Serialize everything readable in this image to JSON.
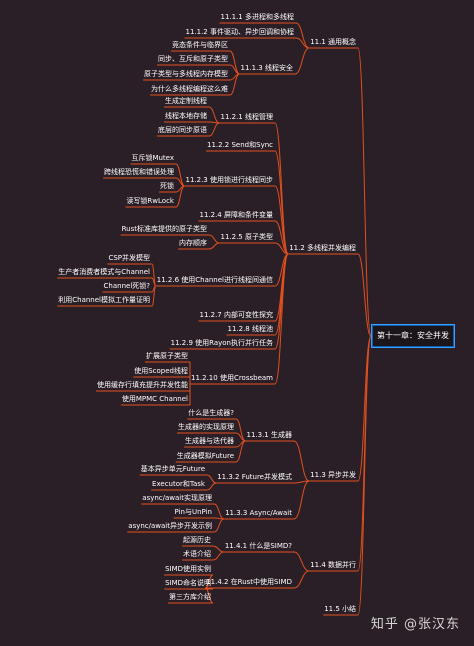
{
  "root": "第十一章：安全并发",
  "nodes": {
    "s11_1": "11.1 通用概念",
    "s11_1_1": "11.1.1 多进程和多线程",
    "s11_1_2": "11.1.2 事件驱动、异步回调和协程",
    "s11_1_3": "11.1.3 线程安全",
    "s11_1_3_a": "竞态条件与临界区",
    "s11_1_3_b": "同步、互斥和原子类型",
    "s11_1_3_c": "原子类型与多线程内存模型",
    "s11_1_3_d": "为什么多线程编程这么难",
    "s11_2": "11.2 多线程并发编程",
    "s11_2_1": "11.2.1 线程管理",
    "s11_2_1_a": "生成定制线程",
    "s11_2_1_b": "线程本地存储",
    "s11_2_1_c": "底层的同步原语",
    "s11_2_2": "11.2.2 Send和Sync",
    "s11_2_3": "11.2.3 使用锁进行线程同步",
    "s11_2_3_a": "互斥锁Mutex",
    "s11_2_3_b": "跨线程恐慌和错误处理",
    "s11_2_3_c": "死锁",
    "s11_2_3_d": "读写锁RwLock",
    "s11_2_4": "11.2.4 屏障和条件变量",
    "s11_2_5": "11.2.5 原子类型",
    "s11_2_5_a": "Rust标准库提供的原子类型",
    "s11_2_5_b": "内存顺序",
    "s11_2_6": "11.2.6 使用Channel进行线程间通信",
    "s11_2_6_a": "CSP并发模型",
    "s11_2_6_b": "生产者消费者模式与Channel",
    "s11_2_6_c": "Channel死锁?",
    "s11_2_6_d": "利用Channel模拟工作量证明",
    "s11_2_7": "11.2.7 内部可变性探究",
    "s11_2_8": "11.2.8 线程池",
    "s11_2_9": "11.2.9 使用Rayon执行并行任务",
    "s11_2_10": "11.2.10 使用Crossbeam",
    "s11_2_10_a": "扩展原子类型",
    "s11_2_10_b": "使用Scoped线程",
    "s11_2_10_c": "使用缓存行填充提升并发性能",
    "s11_2_10_d": "使用MPMC Channel",
    "s11_3": "11.3 异步并发",
    "s11_3_1": "11.3.1 生成器",
    "s11_3_1_a": "什么是生成器?",
    "s11_3_1_b": "生成器的实现原理",
    "s11_3_1_c": "生成器与迭代器",
    "s11_3_1_d": "生成器模拟Future",
    "s11_3_2": "11.3.2 Future并发模式",
    "s11_3_2_a": "基本异步单元Future",
    "s11_3_2_b": "Executor和Task",
    "s11_3_3": "11.3.3 Async/Await",
    "s11_3_3_a": "async/await实现原理",
    "s11_3_3_b": "Pin与UnPin",
    "s11_3_3_c": "async/await异步开发示例",
    "s11_4": "11.4 数据并行",
    "s11_4_1": "11.4.1 什么是SIMD?",
    "s11_4_1_a": "起源历史",
    "s11_4_1_b": "术语介绍",
    "s11_4_2": "11.4.2 在Rust中使用SIMD",
    "s11_4_2_a": "SIMD使用实例",
    "s11_4_2_b": "SIMD命名说明",
    "s11_4_2_c": "第三方库介绍",
    "s11_5": "11.5 小结"
  },
  "watermark": "知乎 @张汉东",
  "colors": {
    "background": "#2b1f27",
    "branch": "#e0501e",
    "root_border": "#3aa0ff",
    "text": "#ffffff"
  }
}
